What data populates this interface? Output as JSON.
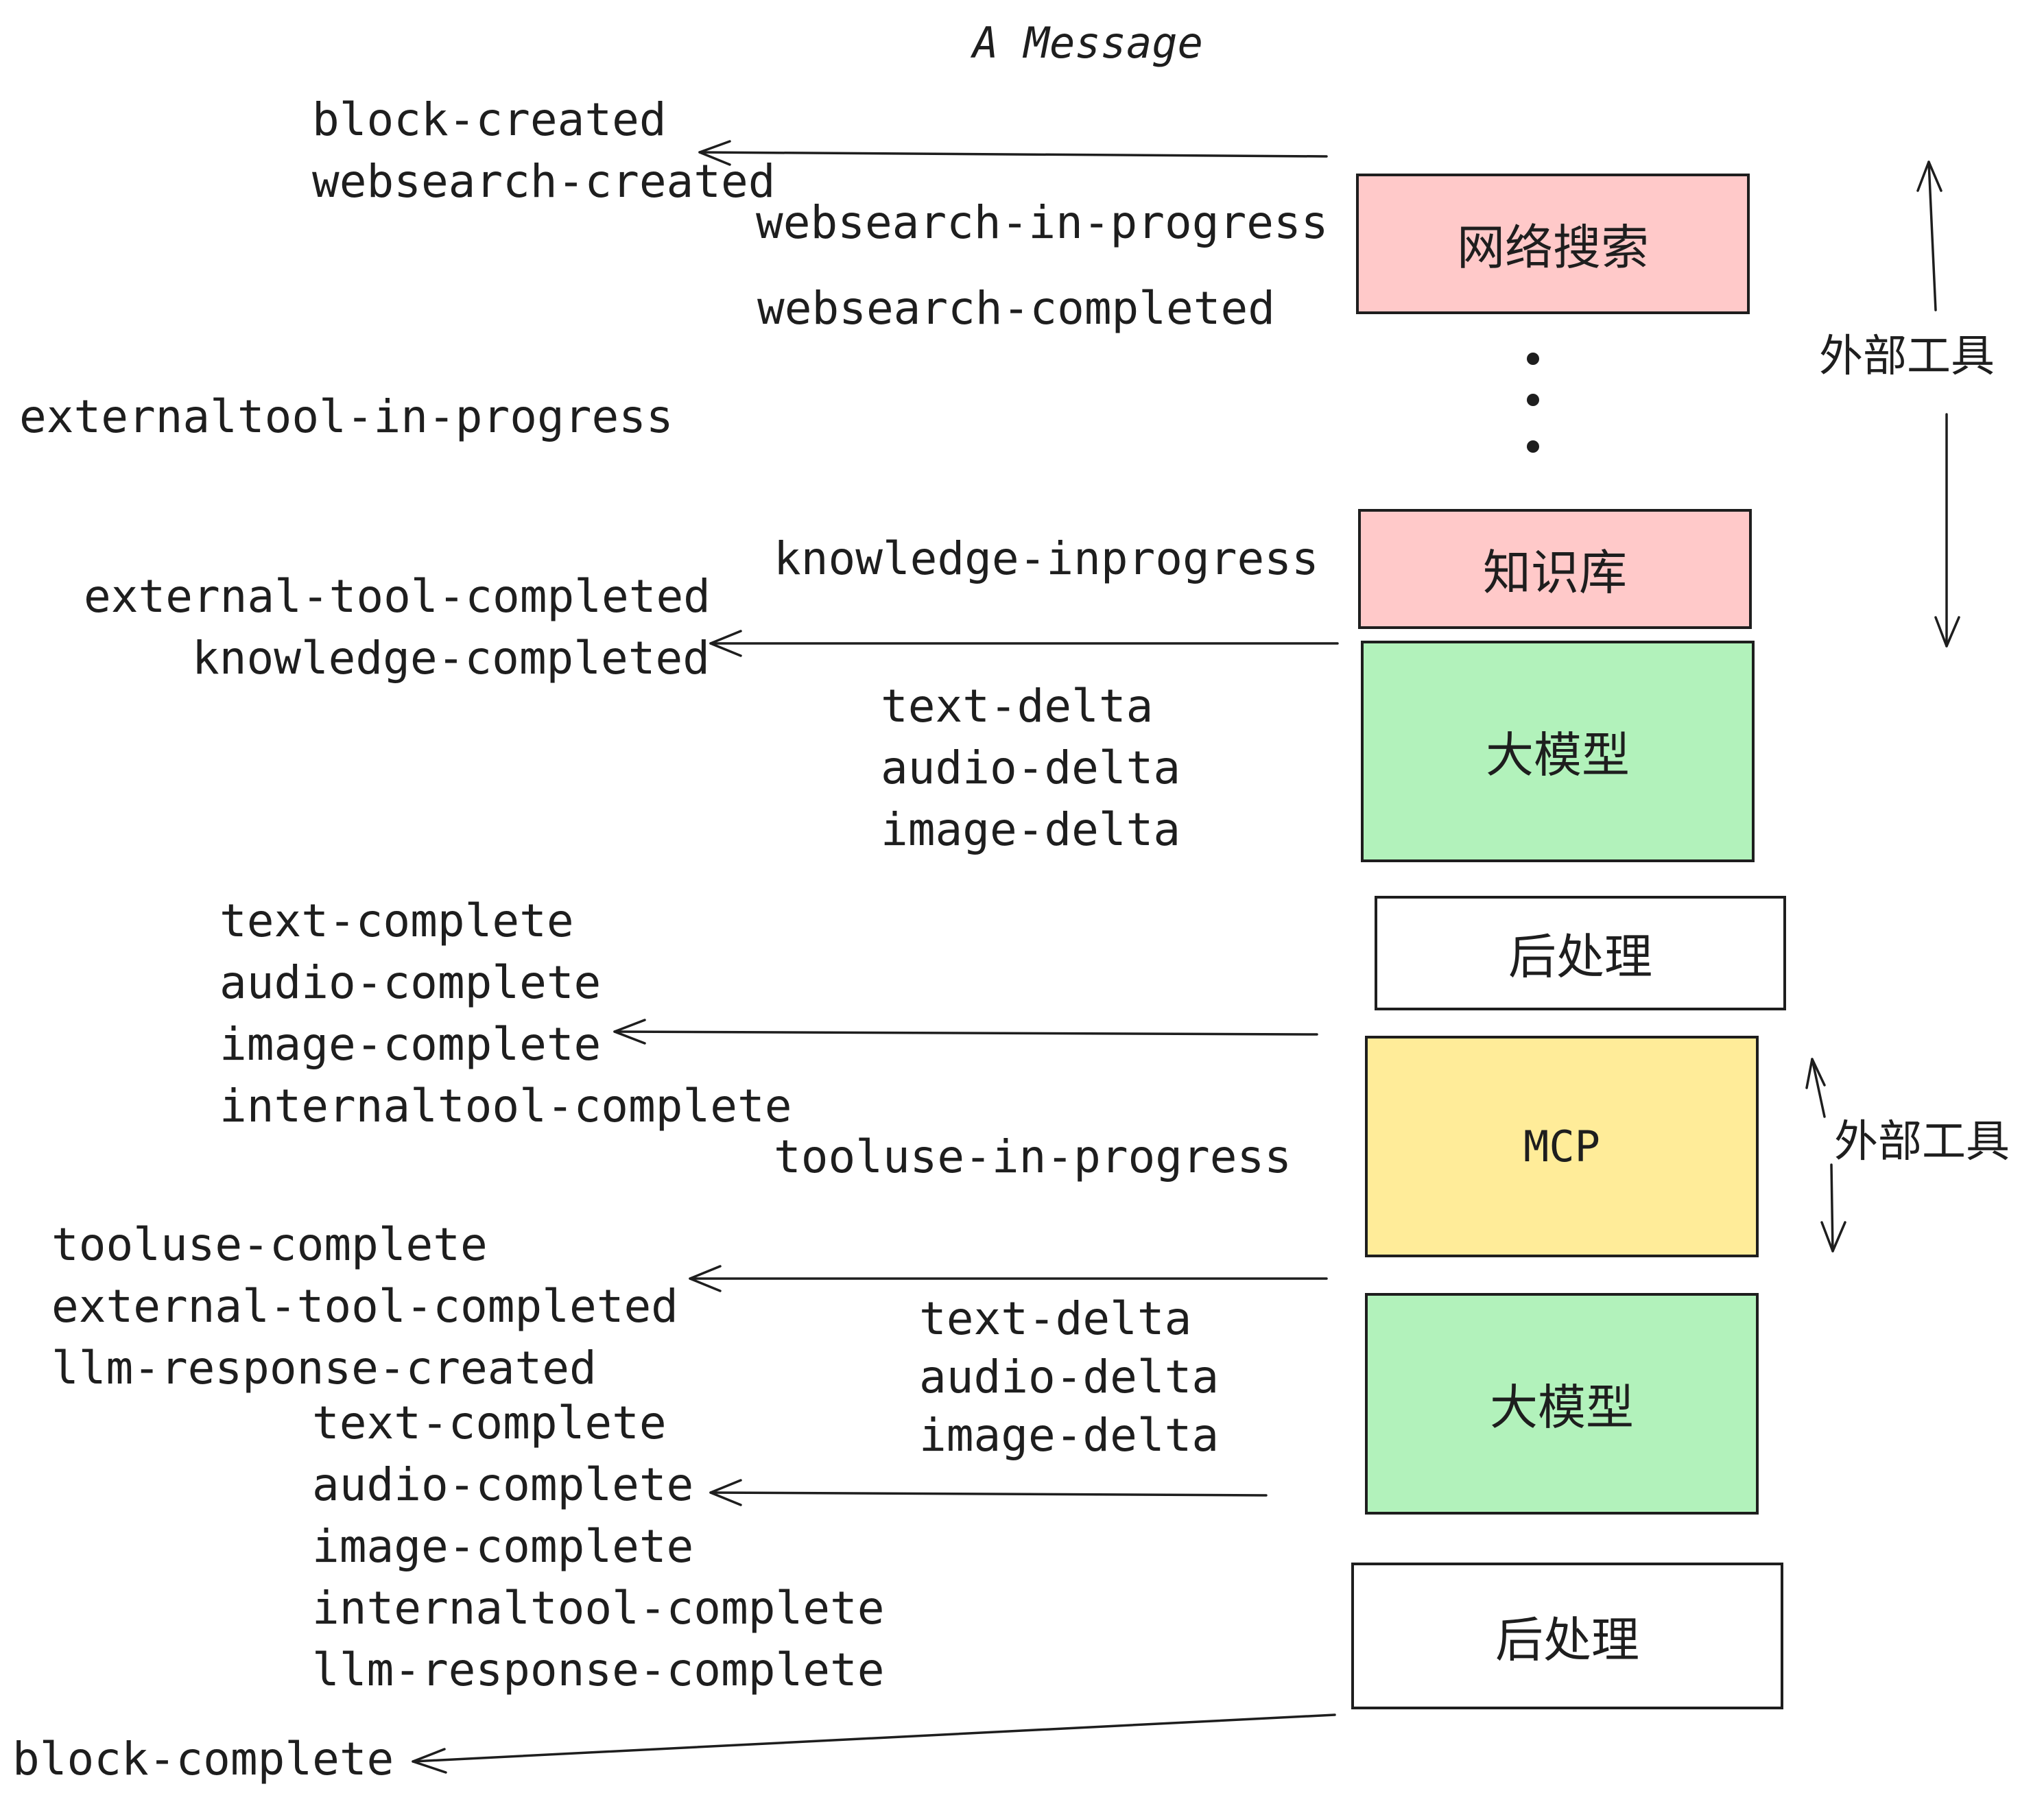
{
  "title": "A Message",
  "boxes": {
    "websearch": "网络搜索",
    "knowledge": "知识库",
    "llm_1": "大模型",
    "postprocess_1": "后处理",
    "mcp": "MCP",
    "llm_2": "大模型",
    "postprocess_2": "后处理"
  },
  "side_labels": {
    "external_tools_top": "外部工具",
    "external_tools_mcp": "外部工具"
  },
  "events": {
    "block_created": "block-created",
    "websearch_created": "websearch-created",
    "websearch_in_progress": "websearch-in-progress",
    "websearch_completed": "websearch-completed",
    "externaltool_in_progress": "externaltool-in-progress",
    "knowledge_inprogress": "knowledge-inprogress",
    "external_tool_completed_1": "external-tool-completed",
    "knowledge_completed": "knowledge-completed",
    "delta_1": [
      "text-delta",
      "audio-delta",
      "image-delta"
    ],
    "complete_1": [
      "text-complete",
      "audio-complete",
      "image-complete",
      "internaltool-complete"
    ],
    "tooluse_in_progress": "tooluse-in-progress",
    "tooluse_group": [
      "tooluse-complete",
      "external-tool-completed",
      "llm-response-created"
    ],
    "delta_2": [
      "text-delta",
      "audio-delta",
      "image-delta"
    ],
    "complete_2": [
      "text-complete",
      "audio-complete",
      "image-complete",
      "internaltool-complete",
      "llm-response-complete"
    ],
    "block_complete": "block-complete"
  },
  "colors": {
    "stroke": "#1e1e1e",
    "pink": "#ffc9c9",
    "green": "#b2f2bb",
    "yellow": "#ffec99",
    "white": "#ffffff"
  }
}
